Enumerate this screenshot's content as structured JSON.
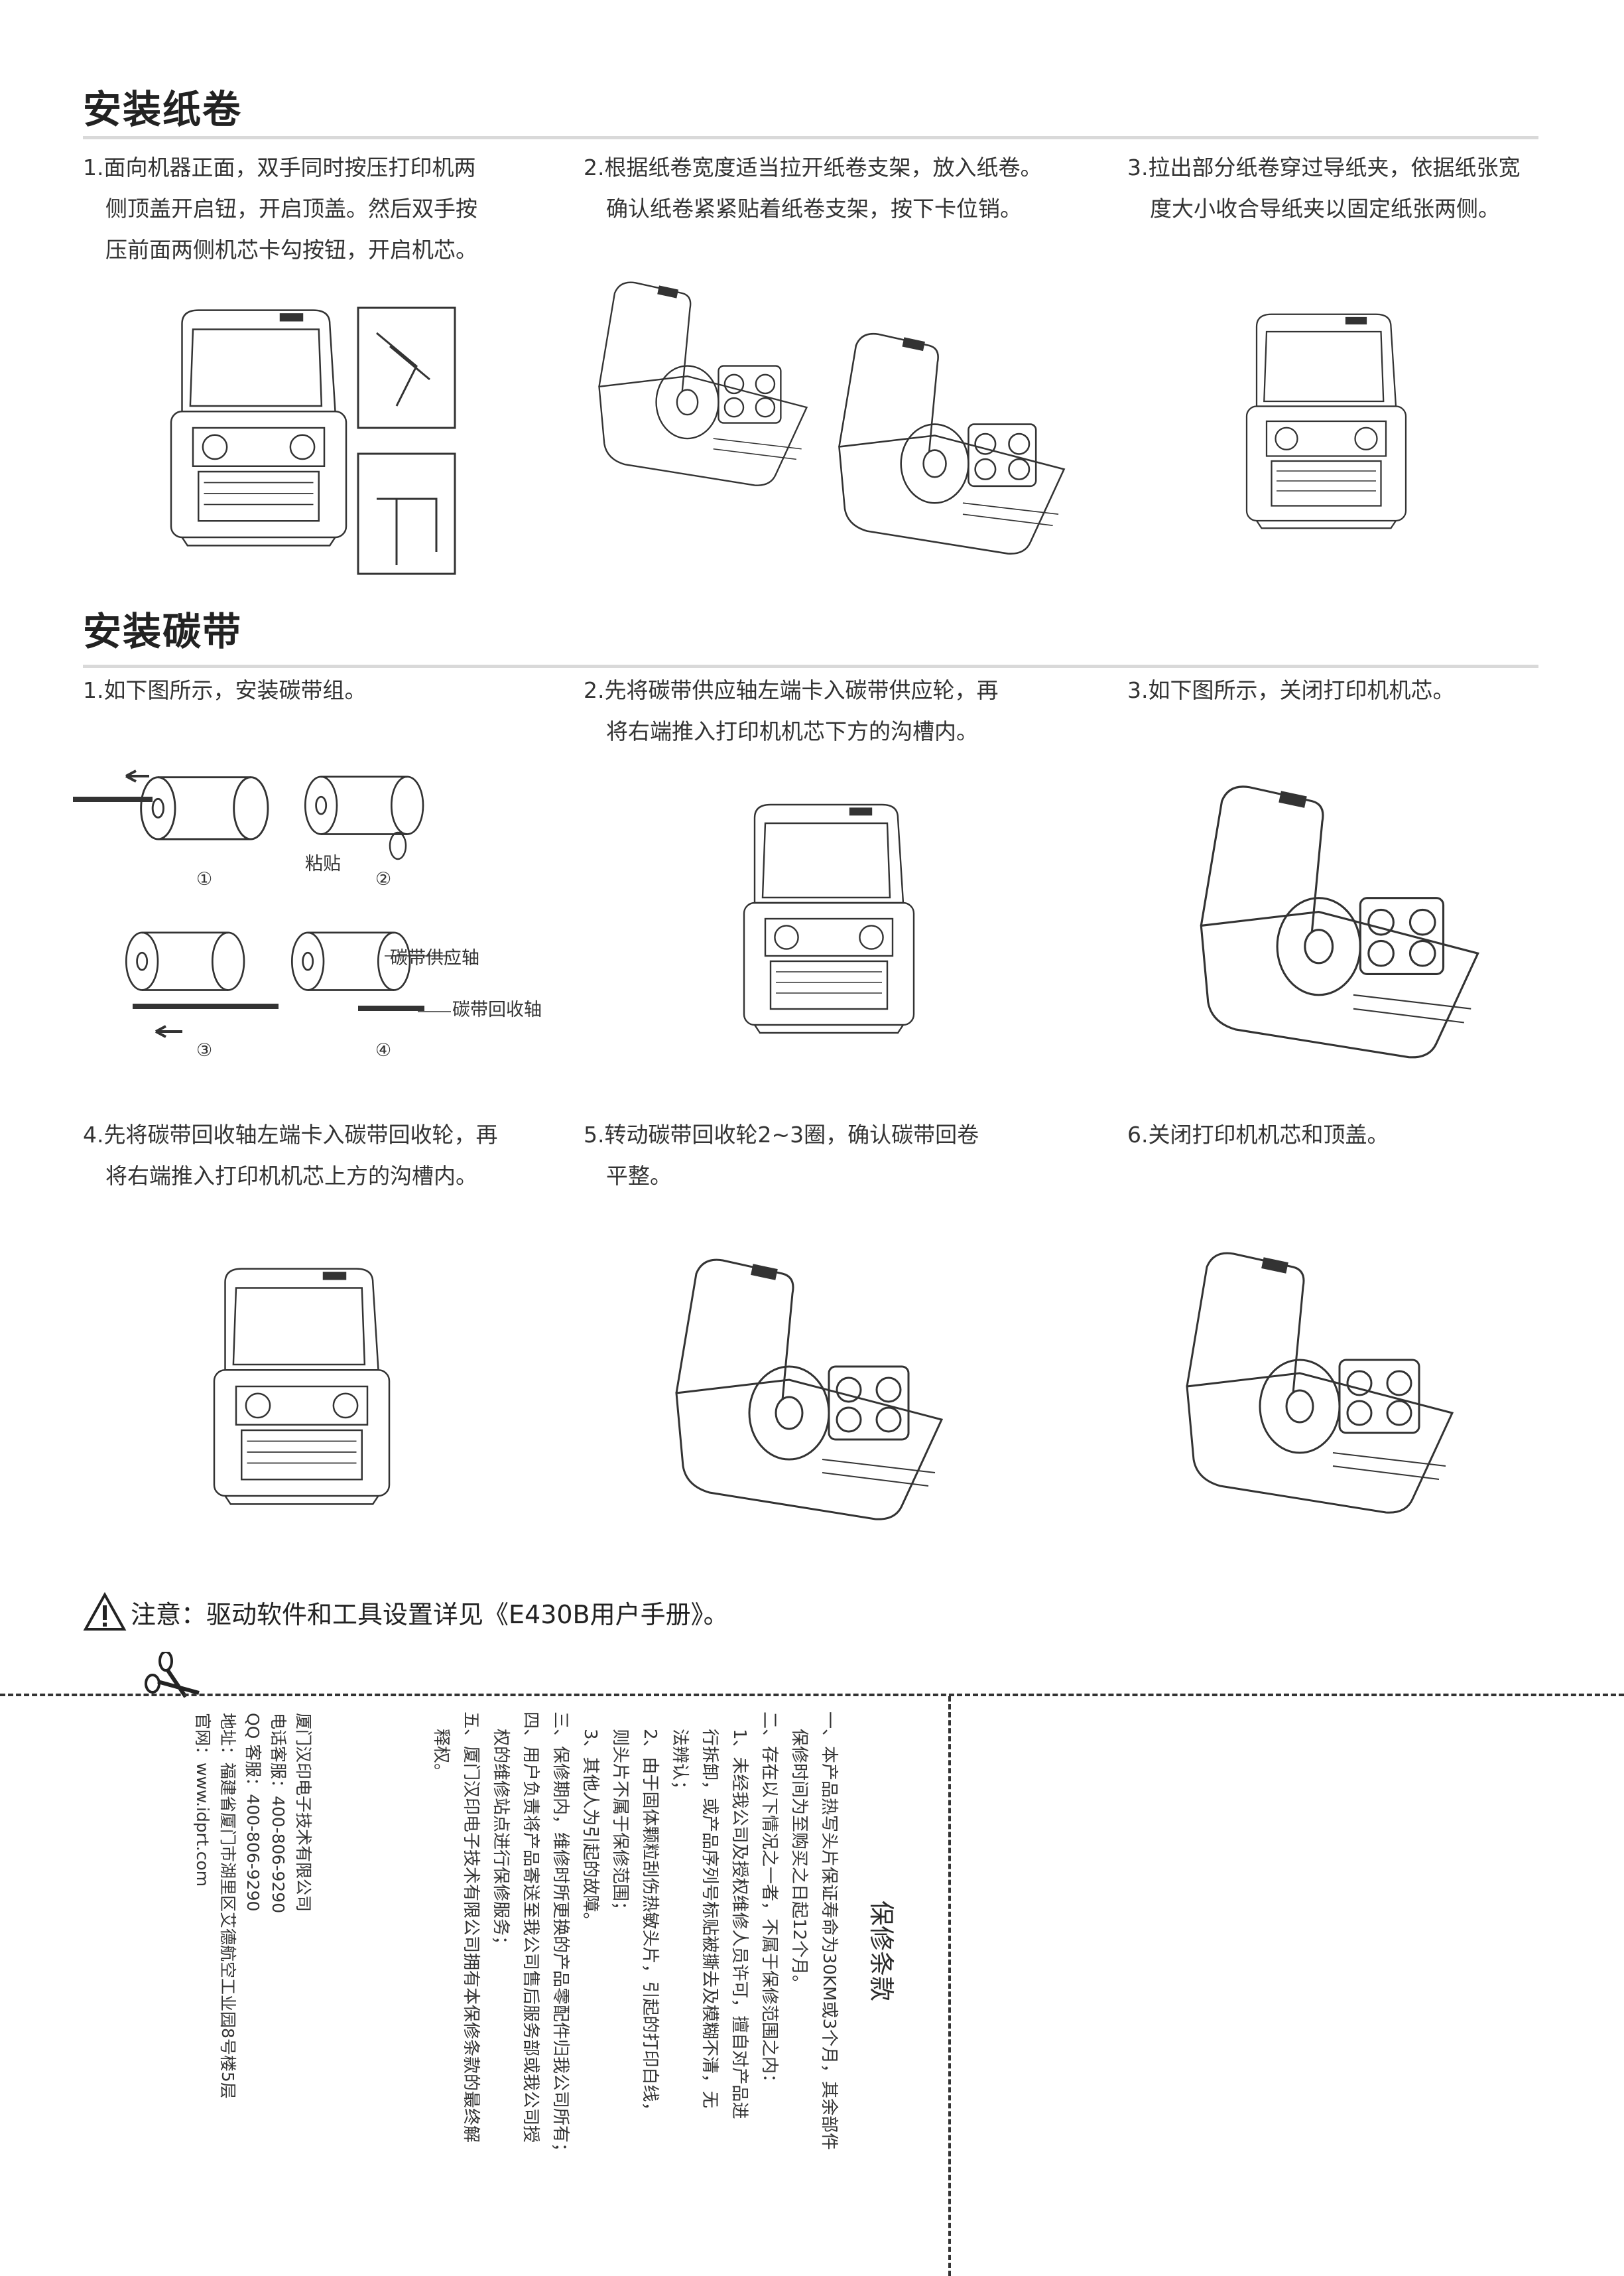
{
  "section1": {
    "title": "安装纸卷",
    "steps": [
      {
        "lines": [
          "1.面向机器正面，双手同时按压打印机两",
          "侧顶盖开启钮，开启顶盖。然后双手按",
          "压前面两侧机芯卡勾按钮，开启机芯。"
        ]
      },
      {
        "lines": [
          "2.根据纸卷宽度适当拉开纸卷支架，放入纸卷。",
          "确认纸卷紧紧贴着纸卷支架，按下卡位销。"
        ]
      },
      {
        "lines": [
          "3.拉出部分纸卷穿过导纸夹，依据纸张宽",
          "度大小收合导纸夹以固定纸张两侧。"
        ]
      }
    ]
  },
  "section2": {
    "title": "安装碳带",
    "steps": [
      {
        "lines": [
          "1.如下图所示，安装碳带组。"
        ]
      },
      {
        "lines": [
          "2.先将碳带供应轴左端卡入碳带供应轮，再",
          "将右端推入打印机机芯下方的沟槽内。"
        ]
      },
      {
        "lines": [
          "3.如下图所示，关闭打印机机芯。"
        ]
      },
      {
        "lines": [
          "4.先将碳带回收轴左端卡入碳带回收轮，再",
          "将右端推入打印机机芯上方的沟槽内。"
        ]
      },
      {
        "lines": [
          "5.转动碳带回收轮2~3圈，确认碳带回卷",
          "平整。"
        ]
      },
      {
        "lines": [
          "6.关闭打印机机芯和顶盖。"
        ]
      }
    ],
    "ribbon_diagram": {
      "step_marks": [
        "①",
        "②",
        "③",
        "④"
      ],
      "paste_label": "粘贴",
      "supply_shaft_label": "碳带供应轴",
      "takeup_shaft_label": "碳带回收轴"
    }
  },
  "notice": {
    "icon": "warning-triangle-icon",
    "text": "注意：驱动软件和工具设置详见《E430B用户手册》。"
  },
  "cut_line": {
    "icon": "scissors-icon"
  },
  "warranty": {
    "title": "保修条款",
    "lines": [
      {
        "text": "一、本产品热写头片保证寿命为30KM或3个月，其余部件",
        "indent": false
      },
      {
        "text": "保修时间为至购买之日起12个月。",
        "indent": true
      },
      {
        "text": "二、存在以下情况之一者，不属于保修范围之内：",
        "indent": false
      },
      {
        "text": "1、未经我公司及授权维修人员许可，擅自对产品进",
        "indent": true
      },
      {
        "text": "行拆卸，或产品序列号标贴被撕去及模糊不清，无",
        "indent": true
      },
      {
        "text": "法辨认；",
        "indent": true
      },
      {
        "text": "2、由于固体颗粒刮伤热敏头片，引起的打印白线，",
        "indent": true
      },
      {
        "text": "则头片不属于保修范围；",
        "indent": true
      },
      {
        "text": "3、其他人为引起的故障。",
        "indent": true
      },
      {
        "text": "三、保修期内，维修时所更换的产品零配件归我公司所有；",
        "indent": false
      },
      {
        "text": "四、用户负责将产品寄送至我公司售后服务部或我公司授",
        "indent": false
      },
      {
        "text": "权的维修站点进行保修服务；",
        "indent": true
      },
      {
        "text": "五、厦门汉印电子技术有限公司拥有本保修条款的最终解",
        "indent": false
      },
      {
        "text": "释权。",
        "indent": true
      }
    ]
  },
  "contact": {
    "company": "厦门汉印电子技术有限公司",
    "phone": "电话客服：400-806-9290",
    "qq": "QQ 客服：400-806-9290",
    "address": "地址：福建省厦门市湖里区艾德航空工业园8号楼5层",
    "website": "官网：www.idprt.com"
  }
}
